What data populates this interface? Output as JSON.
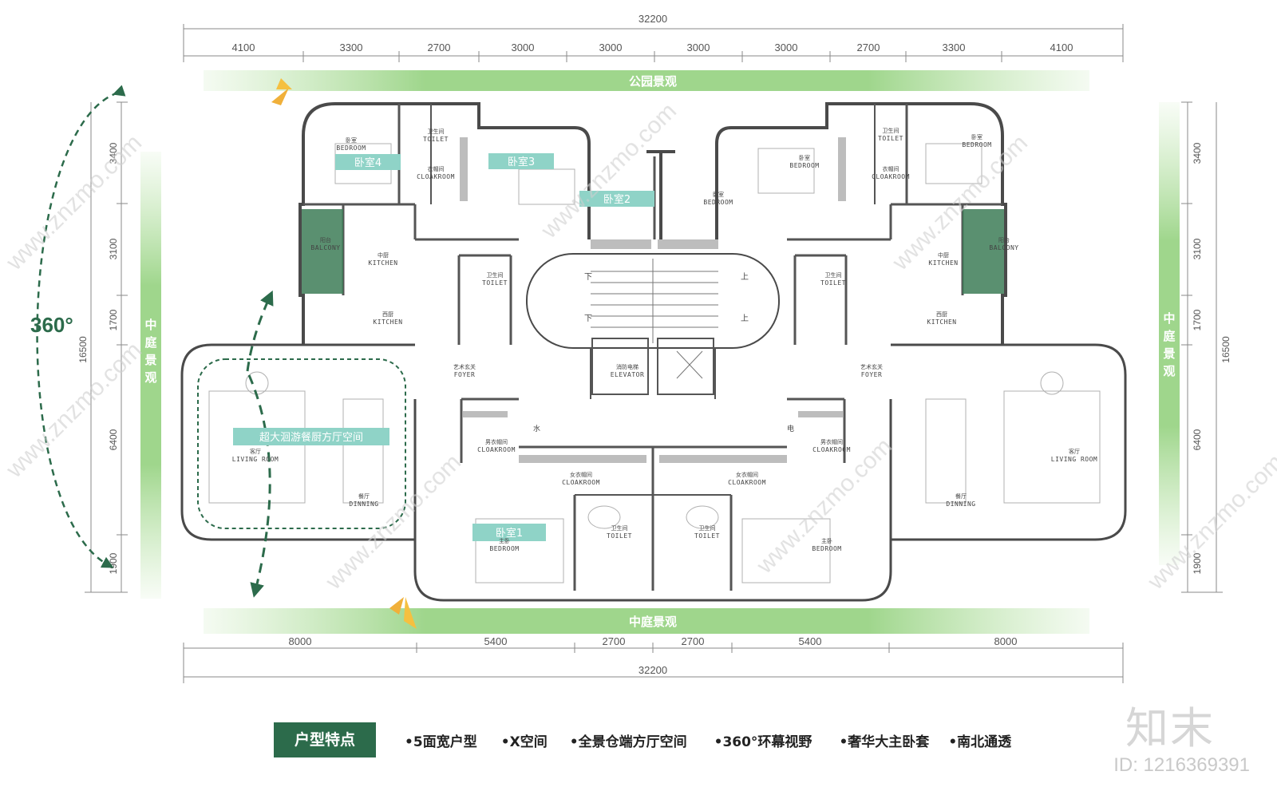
{
  "dimensions": {
    "top_total": "32200",
    "top_segments": [
      "4100",
      "3300",
      "2700",
      "3000",
      "3000",
      "3000",
      "3000",
      "2700",
      "3300",
      "4100"
    ],
    "bottom_total": "32200",
    "bottom_segments": [
      "8000",
      "5400",
      "2700",
      "2700",
      "5400",
      "8000"
    ],
    "left_segments": [
      "3400",
      "3100",
      "1700",
      "6400",
      "1900"
    ],
    "left_total": "16500",
    "right_segments": [
      "3400",
      "3100",
      "1700",
      "6400",
      "1900"
    ],
    "right_total": "16500"
  },
  "bands": {
    "top": "公园景观",
    "bottom": "中庭景观",
    "left": "中庭景观",
    "right": "中庭景观"
  },
  "view_angle": "360°",
  "room_tags": {
    "bedroom4": "卧室4",
    "bedroom3": "卧室3",
    "bedroom2": "卧室2",
    "bedroom1": "卧室1",
    "living_space": "超大洄游餐厨方厅空间"
  },
  "rooms": [
    {
      "cn": "卧室",
      "en": "BEDROOM"
    },
    {
      "cn": "卫生间",
      "en": "TOILET"
    },
    {
      "cn": "衣帽间",
      "en": "CLOAKROOM"
    },
    {
      "cn": "阳台",
      "en": "BALCONY"
    },
    {
      "cn": "中厨",
      "en": "KITCHEN"
    },
    {
      "cn": "西厨",
      "en": "KITCHEN"
    },
    {
      "cn": "艺术玄关",
      "en": "FOYER"
    },
    {
      "cn": "消防电梯",
      "en": "ELEVATOR"
    },
    {
      "cn": "男衣帽间",
      "en": "CLOAKROOM"
    },
    {
      "cn": "女衣帽间",
      "en": "CLOAKROOM"
    },
    {
      "cn": "客厅",
      "en": "LIVING ROOM"
    },
    {
      "cn": "餐厅",
      "en": "DINNING"
    },
    {
      "cn": "主卧",
      "en": "BEDROOM"
    }
  ],
  "stair_marks": {
    "down": "下",
    "up": "上",
    "water": "水",
    "power": "电"
  },
  "features": {
    "title": "户型特点",
    "items": [
      "•5面宽户型",
      "•X空间",
      "•全景仓端方厅空间",
      "•360°环幕视野",
      "•奢华大主卧套",
      "•南北通透"
    ]
  },
  "watermark": "www.znzmo.com",
  "brand": "知末",
  "id_text": "ID: 1216369391",
  "colors": {
    "green_dark": "#2c6b4b",
    "green_band": "#8fcf7f",
    "tag": "#8fd3c7",
    "balcony": "#3d7d57",
    "wall": "#4a4a4a"
  }
}
